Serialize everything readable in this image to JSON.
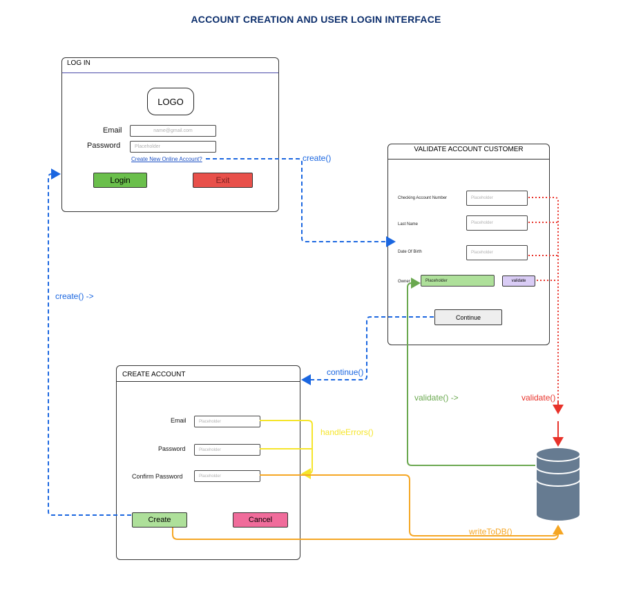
{
  "title": "ACCOUNT CREATION AND USER LOGIN INTERFACE",
  "login": {
    "panel_title": "LOG IN",
    "logo": "LOGO",
    "email_label": "Email",
    "email_placeholder": "name@gmail.com",
    "password_label": "Password",
    "password_placeholder": "Placeholder",
    "create_link": "Create New Online Account?",
    "login_button": "Login",
    "exit_button": "Exit"
  },
  "validate": {
    "panel_title": "VALIDATE ACCOUNT CUSTOMER",
    "checking_label": "Checking Account Number",
    "checking_placeholder": "Placeholder",
    "lastname_label": "Last Name",
    "lastname_placeholder": "Placeholder",
    "dob_label": "Date Of Birth",
    "dob_placeholder": "Placeholder",
    "owner_label": "Owner",
    "owner_value": "Placeholder",
    "validate_button": "validate",
    "continue_button": "Continue"
  },
  "create": {
    "panel_title": "CREATE ACCOUNT",
    "email_label": "Email",
    "email_placeholder": "Placeholder",
    "password_label": "Password",
    "password_placeholder": "Placeholder",
    "confirm_label": "Confirm Password",
    "confirm_placeholder": "Placeholder",
    "create_button": "Create",
    "cancel_button": "Cancel"
  },
  "flows": {
    "create_call": "create()",
    "create_return": "create() ->",
    "continue_call": "continue()",
    "validate_green": "validate() ->",
    "validate_red": "validate()",
    "handle_errors": "handleErrors()",
    "write_db": "writeToDB()"
  },
  "colors": {
    "title": "#0b2d6b",
    "blue_flow": "#1a66e0",
    "green_flow": "#6aa84f",
    "red_flow": "#e8322a",
    "yellow_flow": "#f5e52a",
    "orange_flow": "#f5a623",
    "login_button": "#6abf4b",
    "exit_button": "#e8504a",
    "create_button": "#aee09a",
    "cancel_button": "#f06c9b",
    "owner_field": "#aee09a",
    "validate_button": "#d9ccf5",
    "continue_button": "#eeeeee",
    "database": "#667b91"
  },
  "icons": {
    "database": "database-icon"
  }
}
